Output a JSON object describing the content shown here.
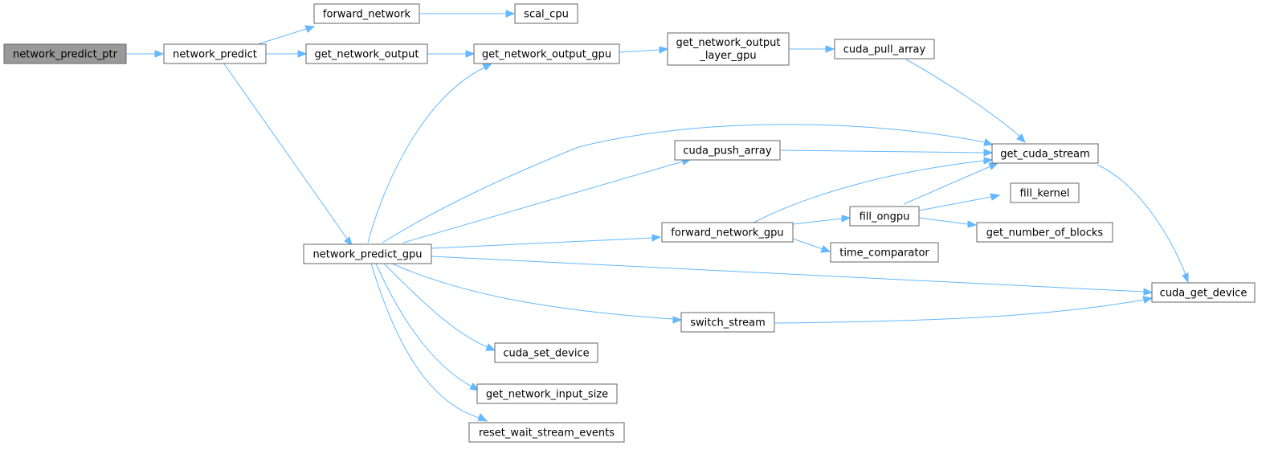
{
  "colors": {
    "edge": "#63b8ff",
    "node_border": "#666666",
    "node_fill": "#ffffff",
    "root_fill": "#999999",
    "text": "#000000",
    "background": "#ffffff"
  },
  "nodes": {
    "network_predict_ptr": "network_predict_ptr",
    "network_predict": "network_predict",
    "forward_network": "forward_network",
    "scal_cpu": "scal_cpu",
    "get_network_output": "get_network_output",
    "get_network_output_gpu": "get_network_output_gpu",
    "get_network_output_layer_gpu_line1": "get_network_output",
    "get_network_output_layer_gpu_line2": "_layer_gpu",
    "cuda_pull_array": "cuda_pull_array",
    "network_predict_gpu": "network_predict_gpu",
    "cuda_push_array": "cuda_push_array",
    "get_cuda_stream": "get_cuda_stream",
    "forward_network_gpu": "forward_network_gpu",
    "fill_ongpu": "fill_ongpu",
    "fill_kernel": "fill_kernel",
    "get_number_of_blocks": "get_number_of_blocks",
    "time_comparator": "time_comparator",
    "cuda_get_device": "cuda_get_device",
    "switch_stream": "switch_stream",
    "cuda_set_device": "cuda_set_device",
    "get_network_input_size": "get_network_input_size",
    "reset_wait_stream_events": "reset_wait_stream_events"
  },
  "edges": [
    {
      "from": "network_predict_ptr",
      "to": "network_predict"
    },
    {
      "from": "network_predict",
      "to": "forward_network"
    },
    {
      "from": "network_predict",
      "to": "get_network_output"
    },
    {
      "from": "network_predict",
      "to": "network_predict_gpu"
    },
    {
      "from": "forward_network",
      "to": "scal_cpu"
    },
    {
      "from": "get_network_output",
      "to": "get_network_output_gpu"
    },
    {
      "from": "get_network_output_gpu",
      "to": "get_network_output_layer_gpu"
    },
    {
      "from": "get_network_output_layer_gpu",
      "to": "cuda_pull_array"
    },
    {
      "from": "cuda_pull_array",
      "to": "get_cuda_stream"
    },
    {
      "from": "network_predict_gpu",
      "to": "get_network_output_gpu"
    },
    {
      "from": "network_predict_gpu",
      "to": "get_cuda_stream"
    },
    {
      "from": "network_predict_gpu",
      "to": "cuda_push_array"
    },
    {
      "from": "network_predict_gpu",
      "to": "forward_network_gpu"
    },
    {
      "from": "network_predict_gpu",
      "to": "cuda_get_device"
    },
    {
      "from": "network_predict_gpu",
      "to": "switch_stream"
    },
    {
      "from": "network_predict_gpu",
      "to": "cuda_set_device"
    },
    {
      "from": "network_predict_gpu",
      "to": "get_network_input_size"
    },
    {
      "from": "network_predict_gpu",
      "to": "reset_wait_stream_events"
    },
    {
      "from": "cuda_push_array",
      "to": "get_cuda_stream"
    },
    {
      "from": "forward_network_gpu",
      "to": "get_cuda_stream"
    },
    {
      "from": "forward_network_gpu",
      "to": "fill_ongpu"
    },
    {
      "from": "forward_network_gpu",
      "to": "time_comparator"
    },
    {
      "from": "fill_ongpu",
      "to": "get_cuda_stream"
    },
    {
      "from": "fill_ongpu",
      "to": "fill_kernel"
    },
    {
      "from": "fill_ongpu",
      "to": "get_number_of_blocks"
    },
    {
      "from": "get_cuda_stream",
      "to": "cuda_get_device"
    },
    {
      "from": "switch_stream",
      "to": "cuda_get_device"
    }
  ]
}
